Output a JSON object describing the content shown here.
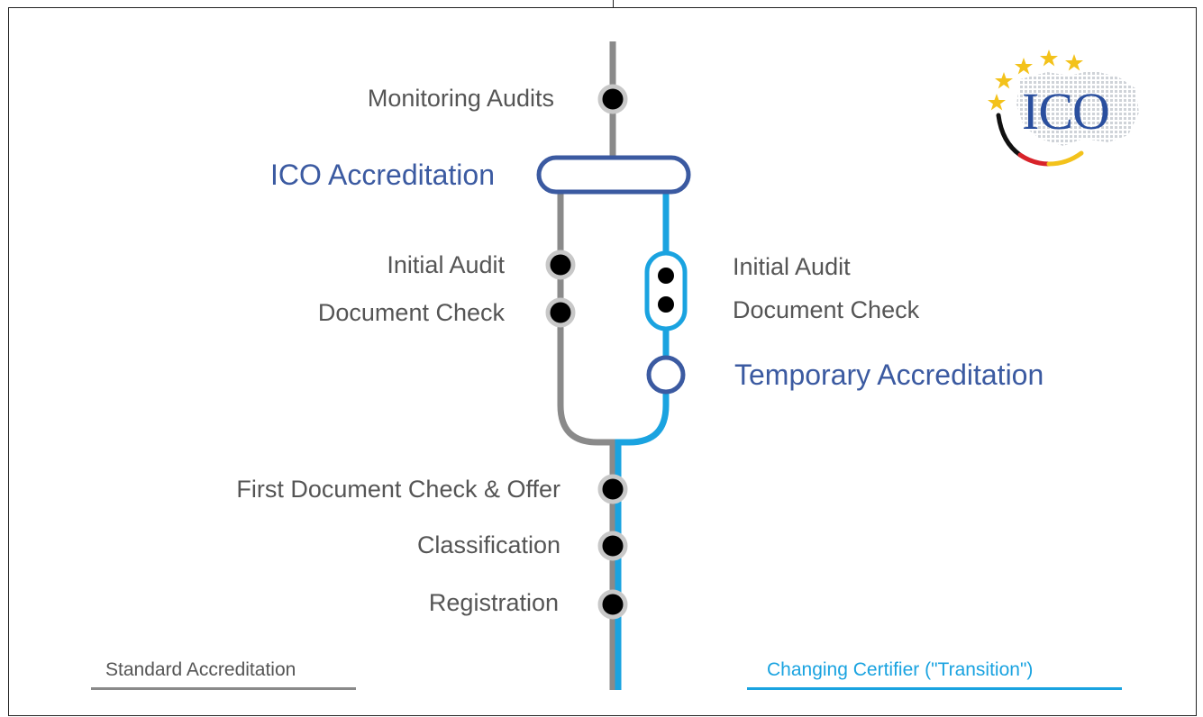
{
  "diagram": {
    "top_label": "Monitoring Audits",
    "merge_label": "ICO Accreditation",
    "standard_path": {
      "steps": [
        "Initial Audit",
        "Document Check"
      ]
    },
    "transition_path": {
      "steps": [
        "Initial Audit",
        "Document Check"
      ],
      "milestone": "Temporary Accreditation"
    },
    "common_steps": [
      "First Document Check & Offer",
      "Classification",
      "Registration"
    ]
  },
  "legend": {
    "standard": "Standard Accreditation",
    "transition": "Changing Certifier (\"Transition\")"
  },
  "logo": {
    "text": "ICO"
  },
  "colors": {
    "standard_line": "#8a8a8a",
    "transition_line": "#1aa3e0",
    "accent_blue": "#3b5aa1",
    "node_fill": "#000000",
    "node_ring": "#c8c8c8",
    "star": "#f3c21b"
  }
}
